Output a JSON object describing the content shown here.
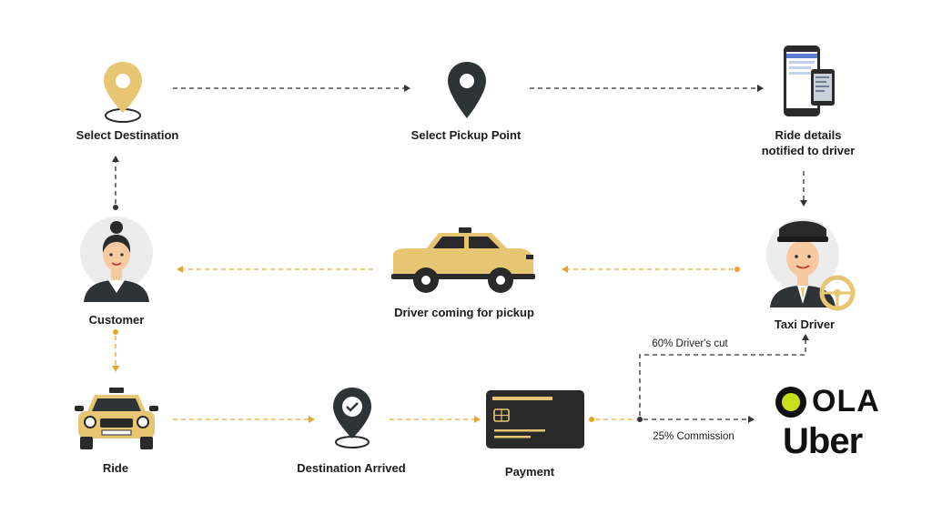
{
  "nodes": {
    "select_destination": "Select Destination",
    "select_pickup_point": "Select Pickup Point",
    "ride_details_line1": "Ride details",
    "ride_details_line2": "notified to driver",
    "customer": "Customer",
    "driver_coming": "Driver coming for pickup",
    "taxi_driver": "Taxi Driver",
    "ride": "Ride",
    "destination_arrived": "Destination Arrived",
    "payment": "Payment"
  },
  "flows": {
    "drivers_cut": "60% Driver's cut",
    "commission": "25% Commission"
  },
  "brands": {
    "ola": "OLA",
    "uber": "Uber"
  },
  "colors": {
    "accent": "#e5a72a",
    "tan": "#e6c673",
    "dark": "#2a2a2a"
  }
}
